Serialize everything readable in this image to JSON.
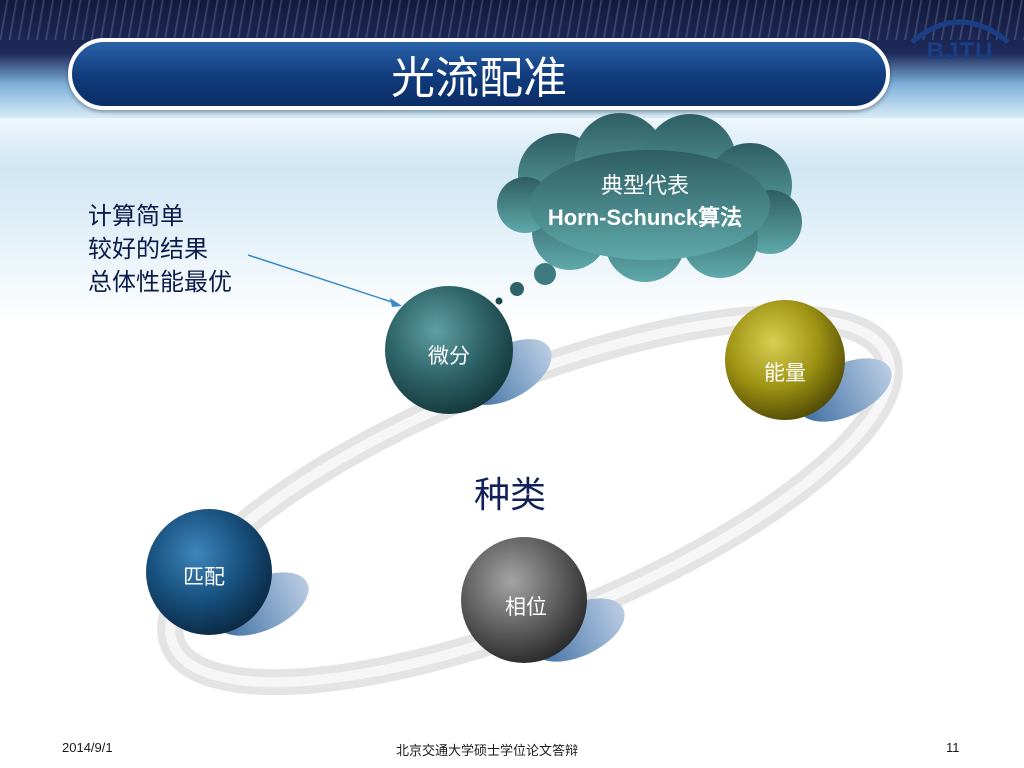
{
  "slide": {
    "title": "光流配准",
    "logo_text": "BJTU"
  },
  "callout": {
    "line1": "典型代表",
    "line2": "Horn-Schunck算法"
  },
  "notes": [
    "计算简单",
    "较好的结果",
    "总体性能最优"
  ],
  "diagram": {
    "center": "种类",
    "nodes": [
      {
        "label": "微分",
        "color": "#2f6a6e"
      },
      {
        "label": "能量",
        "color": "#a59a18"
      },
      {
        "label": "匹配",
        "color": "#1b5a86"
      },
      {
        "label": "相位",
        "color": "#6a6a6a"
      }
    ]
  },
  "footer": {
    "date": "2014/9/1",
    "center": "北京交通大学硕士学位论文答辩",
    "page": "11"
  }
}
